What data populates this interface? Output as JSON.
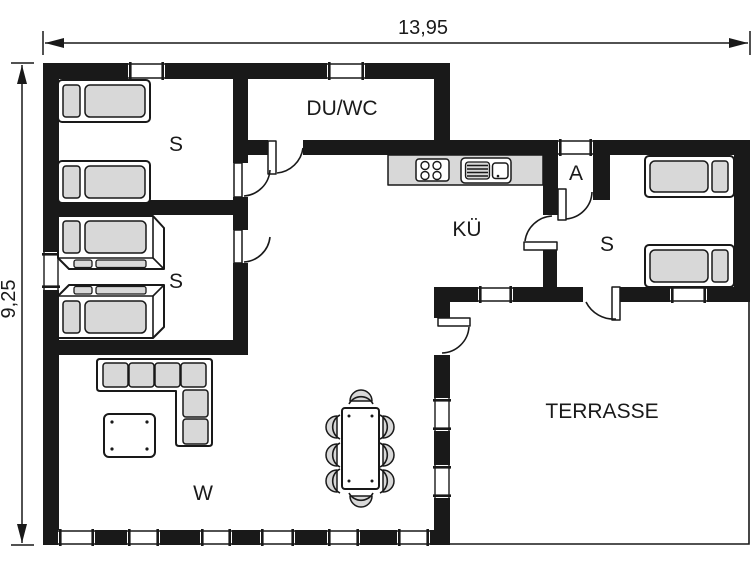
{
  "plan": {
    "dimensions": {
      "width": "13,95",
      "height": "9,25"
    },
    "rooms": {
      "bedroom_top_left": "S",
      "bedroom_mid_left": "S",
      "shower_wc": "DU/WC",
      "kitchen": "KÜ",
      "closet": "A",
      "bedroom_right": "S",
      "living_room": "W",
      "terrace": "TERRASSE"
    },
    "colors": {
      "wall": "#191919",
      "furniture": "#d8d8d8",
      "background": "#ffffff"
    }
  }
}
